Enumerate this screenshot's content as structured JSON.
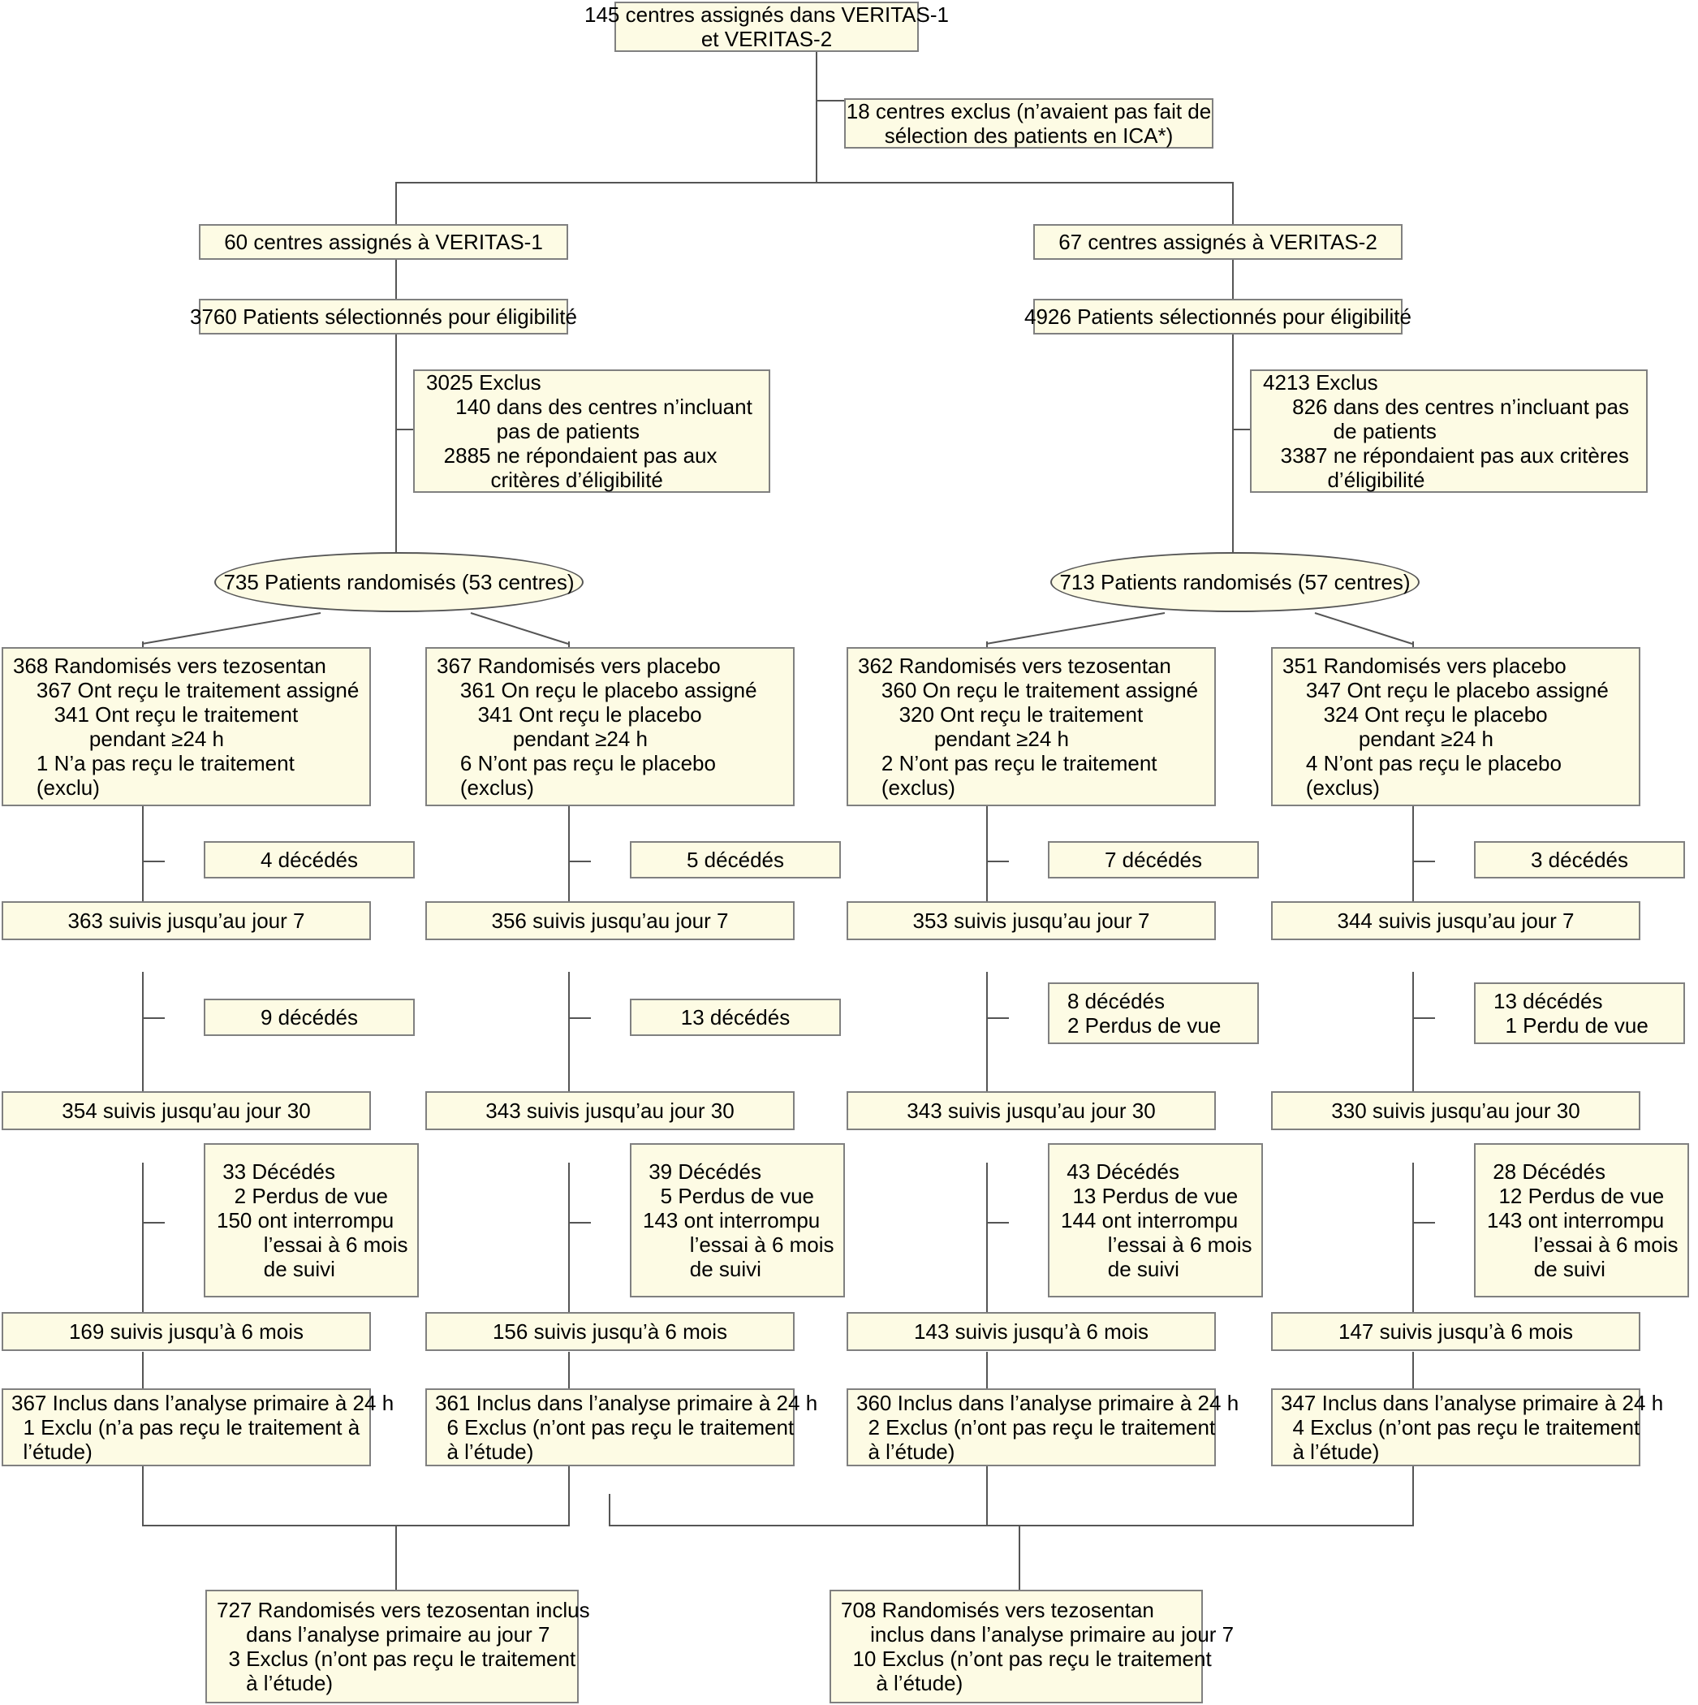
{
  "diagram": {
    "title": "Diagramme de flux des essais VERITAS-1 et VERITAS-2",
    "type": "consort-flow",
    "colors": {
      "box_fill": "#FDFBE4",
      "box_border": "#808080",
      "line": "#555555",
      "text": "#000000"
    }
  },
  "top": {
    "assigned_centres": "145 centres assignés dans VERITAS-1\net VERITAS-2",
    "excluded_centres": "18 centres exclus (n’avaient pas fait de\nsélection des patients en ICA*)"
  },
  "trials": [
    {
      "id": "veritas-1",
      "centres": "60 centres assignés à VERITAS-1",
      "screened": "3760 Patients sélectionnés pour éligibilité",
      "excluded": "3025 Exclus\n     140 dans des centres n’incluant\n            pas de patients\n   2885 ne répondaient pas aux\n           critères d’éligibilité",
      "randomized": "735 Patients randomisés (53 centres)",
      "primary_day7": "727 Randomisés vers tezosentan inclus\n     dans l’analyse primaire au jour 7\n  3 Exclus (n’ont pas reçu le traitement\n     à l’étude)"
    },
    {
      "id": "veritas-2",
      "centres": "67 centres assignés à VERITAS-2",
      "screened": "4926 Patients sélectionnés pour éligibilité",
      "excluded": "4213 Exclus\n     826 dans des centres n’incluant pas\n            de patients\n   3387 ne répondaient pas aux critères\n           d’éligibilité",
      "randomized": "713 Patients randomisés (57 centres)",
      "primary_day7": "708 Randomisés vers tezosentan\n     inclus dans l’analyse primaire au jour 7\n  10 Exclus (n’ont pas reçu le traitement\n      à l’étude)"
    }
  ],
  "arms": [
    {
      "id": "v1-tezosentan",
      "allocation": "368 Randomisés vers tezosentan\n    367 Ont reçu le traitement assigné\n       341 Ont reçu le traitement\n             pendant ≥24 h\n    1 N’a pas reçu le traitement\n    (exclu)",
      "deaths_7": "4 décédés",
      "followup_7": "363 suivis jusqu’au jour 7",
      "deaths_30": "9 décédés",
      "followup_30": "354 suivis jusqu’au jour 30",
      "dropout_6m": " 33 Décédés\n   2 Perdus de vue\n150 ont interrompu\n        l’essai à 6 mois\n        de suivi",
      "followup_6m": "169 suivis jusqu’à 6 mois",
      "primary_24h": "367 Inclus dans l’analyse primaire à 24 h\n  1 Exclu (n’a pas reçu le traitement à\n  l’étude)"
    },
    {
      "id": "v1-placebo",
      "allocation": "367 Randomisés vers placebo\n    361 On reçu le placebo assigné\n       341 Ont reçu le placebo\n             pendant ≥24 h\n    6 N’ont pas reçu le placebo\n    (exclus)",
      "deaths_7": "5 décédés",
      "followup_7": "356 suivis jusqu’au jour 7",
      "deaths_30": "13 décédés",
      "followup_30": "343 suivis jusqu’au jour 30",
      "dropout_6m": " 39 Décédés\n   5 Perdus de vue\n143 ont interrompu\n        l’essai à 6 mois\n        de suivi",
      "followup_6m": "156 suivis jusqu’à 6 mois",
      "primary_24h": "361 Inclus dans l’analyse primaire à 24 h\n  6 Exclus (n’ont pas reçu le traitement\n  à l’étude)"
    },
    {
      "id": "v2-tezosentan",
      "allocation": "362 Randomisés vers tezosentan\n    360 On reçu le traitement assigné\n       320 Ont reçu le traitement\n             pendant ≥24 h\n    2 N’ont pas reçu le traitement\n    (exclus)",
      "deaths_7": "7 décédés",
      "followup_7": "353 suivis jusqu’au jour 7",
      "deaths_30": "8 décédés\n2 Perdus de vue",
      "followup_30": "343 suivis jusqu’au jour 30",
      "dropout_6m": " 43 Décédés\n  13 Perdus de vue\n144 ont interrompu\n        l’essai à 6 mois\n        de suivi",
      "followup_6m": "143 suivis jusqu’à 6 mois",
      "primary_24h": "360 Inclus dans l’analyse primaire à 24 h\n  2 Exclus (n’ont pas reçu le traitement\n  à l’étude)"
    },
    {
      "id": "v2-placebo",
      "allocation": "351 Randomisés vers placebo\n    347 Ont reçu le placebo assigné\n       324 Ont reçu le placebo\n             pendant ≥24 h\n    4 N’ont pas reçu le placebo\n    (exclus)",
      "deaths_7": "3 décédés",
      "followup_7": "344 suivis jusqu’au jour 7",
      "deaths_30": "13 décédés\n  1 Perdu de vue",
      "followup_30": "330 suivis jusqu’au jour 30",
      "dropout_6m": " 28 Décédés\n  12 Perdus de vue\n143 ont interrompu\n        l’essai à 6 mois\n        de suivi",
      "followup_6m": "147 suivis jusqu’à 6 mois",
      "primary_24h": "347 Inclus dans l’analyse primaire à 24 h\n  4 Exclus (n’ont pas reçu le traitement\n  à l’étude)"
    }
  ]
}
